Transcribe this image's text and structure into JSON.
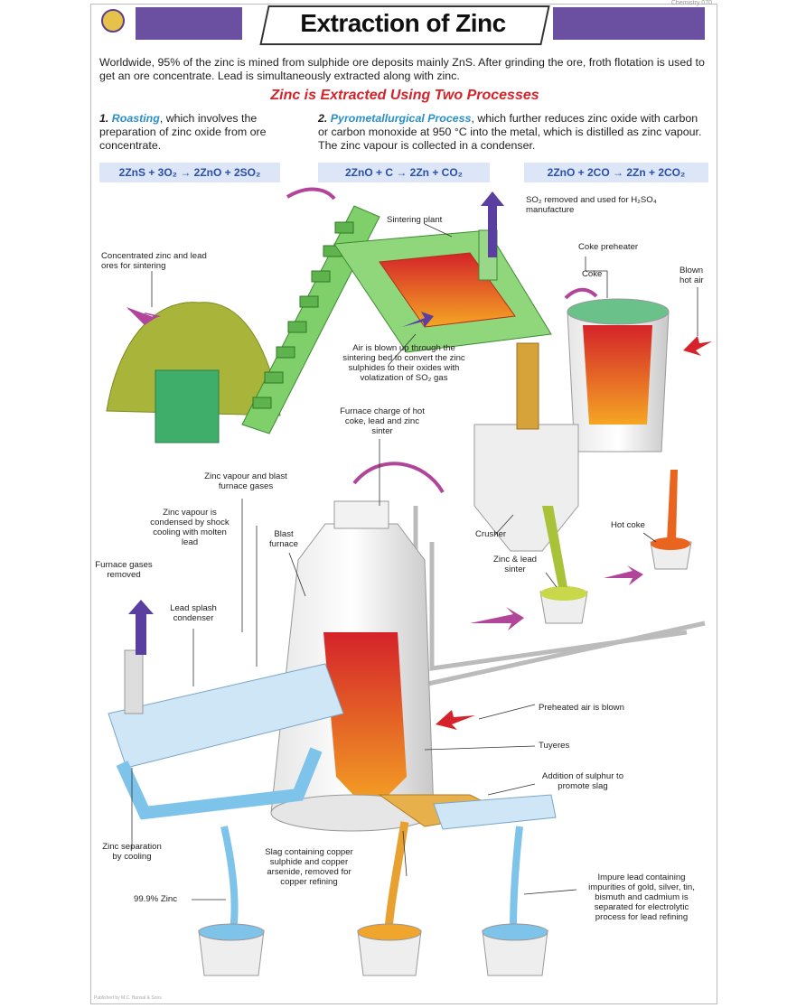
{
  "header": {
    "title": "Extraction of Zinc",
    "corner_tag": "Chemistry 070"
  },
  "intro": "Worldwide, 95% of the zinc is mined from sulphide ore deposits mainly ZnS. After grinding the ore, froth flotation is used to get an ore concentrate. Lead is simultaneously extracted along with zinc.",
  "subtitle": "Zinc is Extracted Using Two Processes",
  "process1": {
    "num": "1.",
    "name": "Roasting",
    "text": ", which involves the preparation of zinc oxide from ore concentrate."
  },
  "process2": {
    "num": "2.",
    "name": "Pyrometallurgical Process",
    "text": ", which further reduces zinc oxide with carbon or carbon monoxide at 950 °C into the metal, which is distilled as zinc vapour. The zinc vapour is collected in a condenser."
  },
  "equations": [
    "2ZnS + 3O₂ → 2ZnO + 2SO₂",
    "2ZnO + C → 2Zn + CO₂",
    "2ZnO + 2CO → 2Zn + 2CO₂"
  ],
  "labels": {
    "so2": "SO₂ removed and used for H₂SO₄ manufacture",
    "sintering_plant": "Sintering plant",
    "concentrated_ore": "Concentrated zinc and lead ores for sintering",
    "coke_preheater": "Coke preheater",
    "coke": "Coke",
    "blown_hot_air": "Blown hot air",
    "air_blown": "Air is blown up through the sintering bed to convert the zinc sulphides to their oxides with volatization of SO₂ gas",
    "furnace_charge": "Furnace charge of hot coke, lead and zinc sinter",
    "zinc_vapour_gases": "Zinc vapour and blast furnace gases",
    "zinc_condensed": "Zinc vapour is condensed by shock cooling with molten lead",
    "blast_furnace": "Blast furnace",
    "crusher": "Crusher",
    "hot_coke": "Hot coke",
    "zinc_lead_sinter": "Zinc & lead sinter",
    "furnace_gases": "Furnace gases removed",
    "lead_splash": "Lead splash condenser",
    "preheated_air": "Preheated air is blown",
    "tuyeres": "Tuyeres",
    "sulphur": "Addition of sulphur to promote slag",
    "zinc_separation": "Zinc separation by cooling",
    "slag": "Slag containing copper sulphide and copper arsenide, removed for copper refining",
    "pure_zinc": "99.9% Zinc",
    "impure_lead": "Impure lead containing impurities of gold, silver, tin, bismuth and cadmium is separated for electrolytic process for lead refining"
  },
  "footer": "Published by M.C. Bansal & Sons",
  "colors": {
    "purple": "#6b4fa0",
    "red": "#d4232a",
    "blue_text": "#2a8fc9",
    "eq_bg": "#dde6f6",
    "green_ore": "#a8b53a",
    "conveyor": "#7fcf6a",
    "molten": "#e8641f",
    "water": "#7ec3ea"
  }
}
